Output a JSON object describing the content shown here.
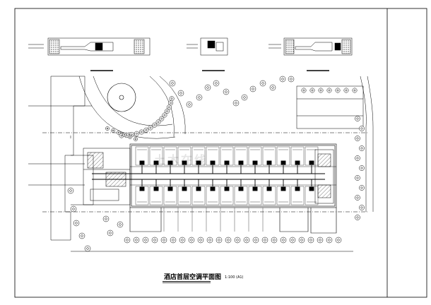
{
  "drawing": {
    "title": "酒店首层空调平面图",
    "scale": "1:100 (A1)"
  },
  "watermark": "土木在线",
  "colors": {
    "line": "#000000",
    "background": "#ffffff",
    "hatch": "#1a1a1a"
  }
}
